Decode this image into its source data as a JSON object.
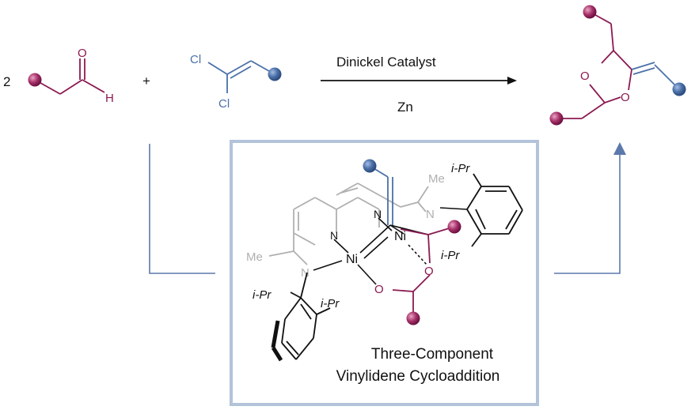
{
  "reaction": {
    "coefficient": "2",
    "plus": "+",
    "aldehyde_o": "O",
    "aldehyde_h": "H",
    "dichloro_cl1": "Cl",
    "dichloro_cl2": "Cl",
    "reagent_top": "Dinickel Catalyst",
    "reagent_bottom": "Zn",
    "product_o1": "O",
    "product_o2": "O"
  },
  "catalyst": {
    "ipr_top": "i-Pr",
    "me_right": "Me",
    "n_right": "N",
    "n_naph1": "N",
    "n_naph2": "N",
    "ni_upper": "Ni",
    "ni_lower": "Ni",
    "me_left": "Me",
    "n_left": "N",
    "ipr_right_lower": "i-Pr",
    "o_right": "O",
    "o_left": "O",
    "ipr_left1": "i-Pr",
    "ipr_left2": "i-Pr"
  },
  "caption": {
    "line1": "Three-Component",
    "line2": "Vinylidene Cycloaddition"
  },
  "colors": {
    "maroon": "#8b1a52",
    "blue": "#4a70a8",
    "gray": "#b0b0b0",
    "frame": "#b3c3d9",
    "bracket": "#5b79ab",
    "ink": "#111111"
  }
}
